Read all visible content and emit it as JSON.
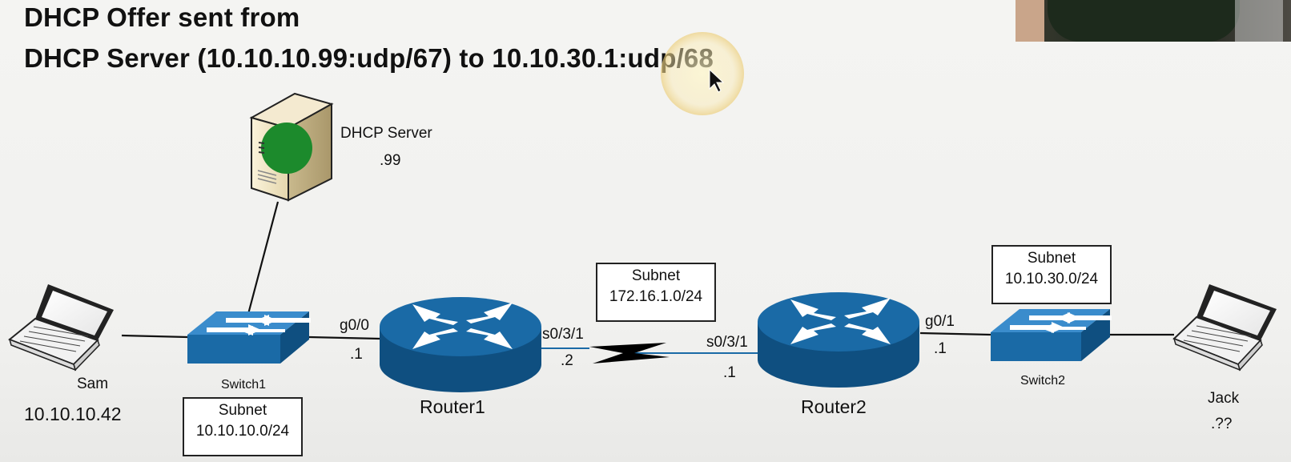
{
  "title": {
    "line1": "DHCP Offer sent from",
    "line2": "DHCP Server (10.10.10.99:udp/67) to 10.10.30.1:udp/68"
  },
  "server": {
    "name": "DHCP Server",
    "addr": ".99",
    "icon": "server-icon"
  },
  "sam": {
    "name": "Sam",
    "addr": "10.10.10.42",
    "icon": "laptop-icon"
  },
  "jack": {
    "name": "Jack",
    "addr": ".??",
    "icon": "laptop-icon"
  },
  "switch1": {
    "name": "Switch1",
    "subnet_label": "Subnet",
    "subnet": "10.10.10.0/24"
  },
  "switch2": {
    "name": "Switch2",
    "subnet_label": "Subnet",
    "subnet": "10.10.30.0/24"
  },
  "router1": {
    "name": "Router1",
    "lan_if": "g0/0",
    "lan_addr": ".1",
    "wan_if": "s0/3/1",
    "wan_addr": ".2"
  },
  "router2": {
    "name": "Router2",
    "lan_if": "g0/1",
    "lan_addr": ".1",
    "wan_if": "s0/3/1",
    "wan_addr": ".1"
  },
  "wan": {
    "subnet_label": "Subnet",
    "subnet": "172.16.1.0/24"
  },
  "colors": {
    "device_blue": "#1a6aa6",
    "device_dark": "#0f4f80",
    "server_green": "#1c8a2c"
  }
}
